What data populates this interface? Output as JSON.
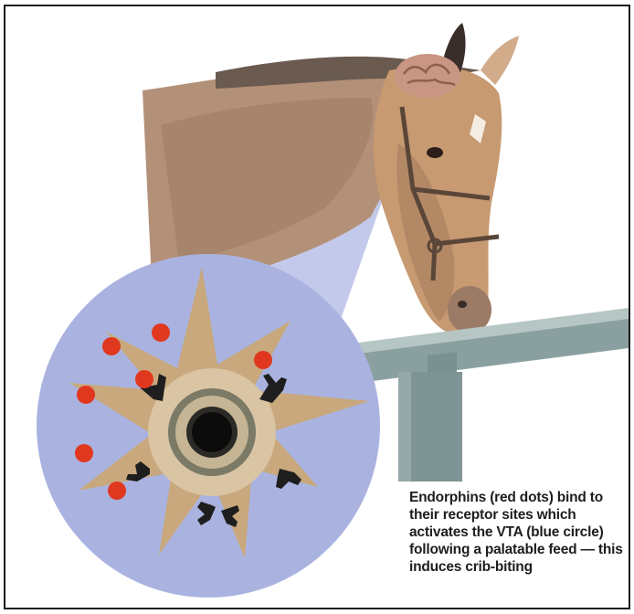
{
  "figure": {
    "caption": "Endorphins (red dots) bind to their receptor sites which activates the VTA (blue circle) following a palatable feed — this induces crib-biting",
    "colors": {
      "border": "#1a1a1a",
      "magnifier_circle": "#aab3e0",
      "endorphin_dot": "#e0381f",
      "neuron_body": "#c8a87c",
      "horse_coat": "#b08a6e",
      "fence": "#7d9090"
    },
    "icons": [
      "horse-illustration",
      "brain-icon",
      "neuron-icon",
      "endorphin-dot-icon",
      "receptor-icon",
      "fence-rail"
    ]
  }
}
